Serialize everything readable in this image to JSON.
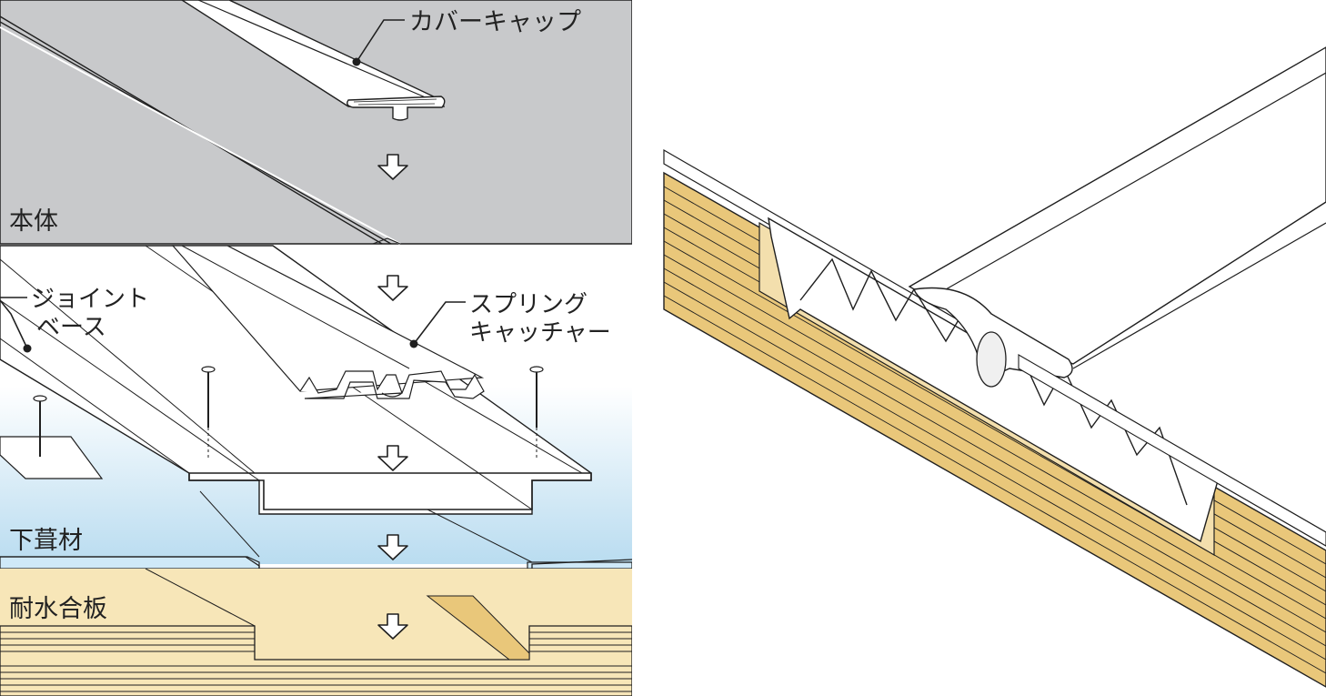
{
  "colors": {
    "panel_gray": "#c8c9cb",
    "sky_top": "#ffffff",
    "sky_bottom": "#b9dcf0",
    "underlay_blue": "#cfe9f8",
    "plywood": "#f7e6b8",
    "wood_face": "#e9c77a",
    "wood_end": "#f3dfad",
    "line": "#1f1f1f"
  },
  "labels": {
    "cover_cap": "カバーキャップ",
    "body": "本体",
    "joint_base_line1": "ジョイント",
    "joint_base_line2": "ベース",
    "spring_catcher_line1": "スプリング",
    "spring_catcher_line2": "キャッチャー",
    "underlay": "下葺材",
    "plywood": "耐水合板"
  },
  "icons": {
    "arrow": "down-arrow-icon",
    "nail": "nail-icon",
    "leader_dot": "leader-dot-icon"
  }
}
